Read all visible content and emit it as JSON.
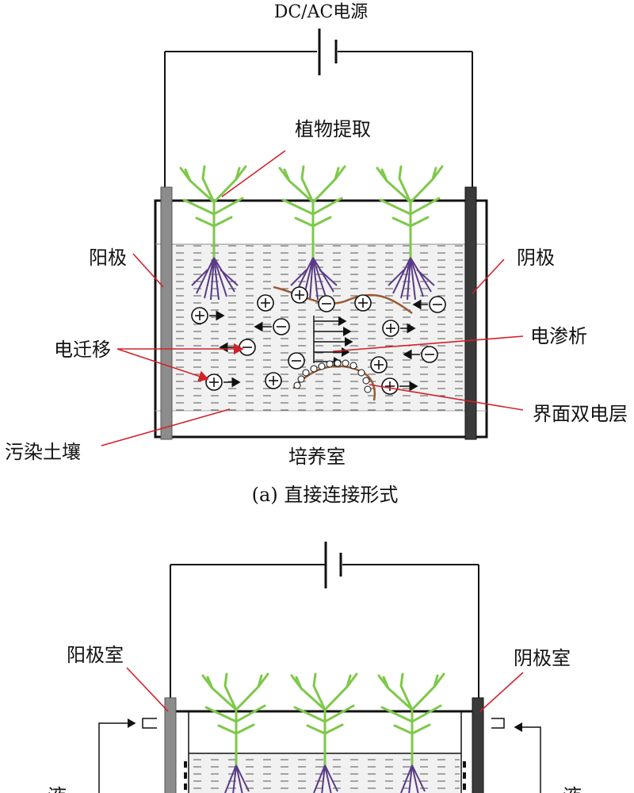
{
  "top_diagram": {
    "power_label": "DC/AC电源",
    "phyto_label": "植物提取",
    "anode_label": "阳极",
    "cathode_label": "阴极",
    "electromigration_label": "电迁移",
    "electroosmosis_label": "电渗析",
    "double_layer_label": "界面双电层",
    "soil_label": "污染土壤",
    "chamber_label": "培养室",
    "caption": "(a) 直接连接形式"
  },
  "bottom_diagram": {
    "anode_chamber_label": "阳极室",
    "cathode_chamber_label": "阴极室",
    "left_edge_fragment": "液",
    "right_edge_fragment": "液"
  },
  "colors": {
    "leader_line": "#d4202a",
    "stem": "#7ec84a",
    "root": "#5a3a86",
    "soil_tint": "#eeeeee",
    "anode": "#8c8c8c",
    "cathode": "#3a3a3a",
    "organic_fiber": "#9a5a32",
    "frame": "#111111"
  },
  "icons": [
    "battery-symbol",
    "plant-icon",
    "cation-symbol",
    "anion-symbol",
    "flow-arrow"
  ]
}
